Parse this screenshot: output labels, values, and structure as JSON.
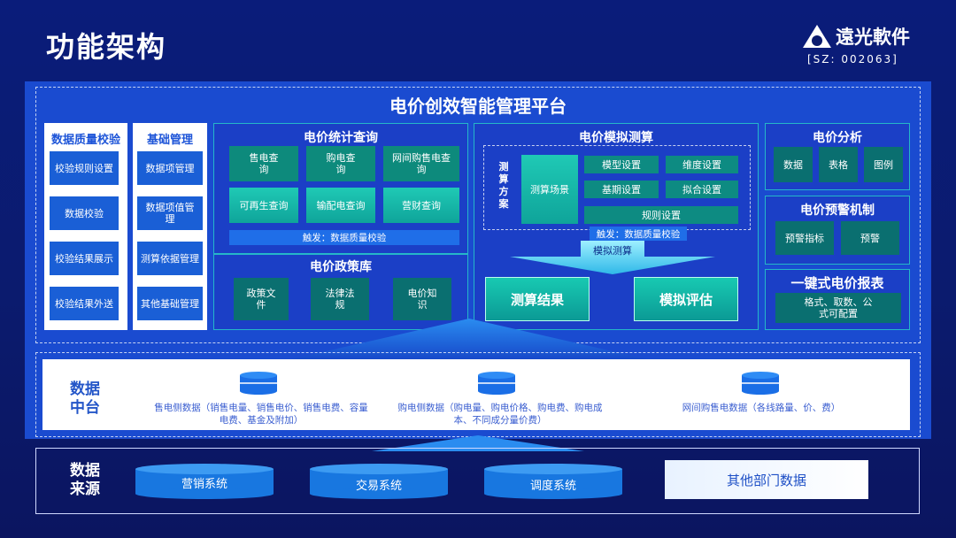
{
  "page_title": "功能架构",
  "logo": {
    "name": "遠光軟件",
    "stock": "[SZ: 002063]"
  },
  "platform_title": "电价创效智能管理平台",
  "quality": {
    "title": "数据质量校验",
    "items": [
      "校验规则设置",
      "数据校验",
      "校验结果展示",
      "校验结果外送"
    ]
  },
  "basic": {
    "title": "基础管理",
    "items": [
      "数据项管理",
      "数据项值管理",
      "测算依据管理",
      "其他基础管理"
    ]
  },
  "stat_query": {
    "title": "电价统计查询",
    "items": [
      "售电查询",
      "购电查询",
      "网间购售电查询",
      "可再生查询",
      "输配电查询",
      "营财查询"
    ],
    "trigger": "触发：数据质量校验"
  },
  "policy": {
    "title": "电价政策库",
    "items": [
      "政策文件",
      "法律法规",
      "电价知识"
    ]
  },
  "simulation": {
    "title": "电价模拟测算",
    "plan_label": "测算方案",
    "scene": "测算场景",
    "settings": [
      "模型设置",
      "维度设置",
      "基期设置",
      "拟合设置",
      "规则设置"
    ],
    "trigger": "触发：数据质量校验",
    "arrow_label": "模拟测算",
    "result": "测算结果",
    "evaluation": "模拟评估"
  },
  "analysis": {
    "title": "电价分析",
    "items": [
      "数据",
      "表格",
      "图例"
    ]
  },
  "warning": {
    "title": "电价预警机制",
    "items": [
      "预警指标",
      "预警"
    ]
  },
  "report": {
    "title": "一键式电价报表",
    "desc": "格式、取数、公式可配置"
  },
  "data_center": {
    "label": "数据中台",
    "items": [
      "售电侧数据（销售电量、销售电价、销售电费、容量电费、基金及附加）",
      "购电侧数据（购电量、购电价格、购电费、购电成本、不同成分量价费）",
      "网间购售电数据（各线路量、价、费）"
    ]
  },
  "data_source": {
    "label": "数据来源",
    "items": [
      "营销系统",
      "交易系统",
      "调度系统"
    ],
    "other": "其他部门数据"
  },
  "colors": {
    "background": "#0b1b6e",
    "panel": "#1a4bd0",
    "teal": "#0d8a7c",
    "accent": "#25b7c8"
  }
}
